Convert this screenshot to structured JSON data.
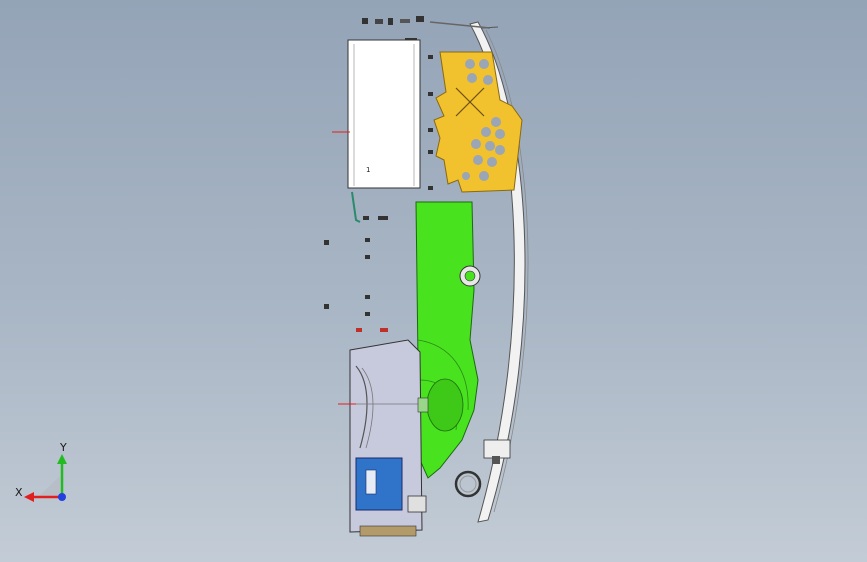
{
  "viewport": {
    "background_top": "#94a4b7",
    "background_bottom": "#c3ccd6"
  },
  "assembly": {
    "part_label": "1",
    "colors": {
      "yellow_plate": "#f2c12e",
      "green_housing": "#49e21e",
      "blue_panel": "#2f74c8",
      "white_panel": "#ffffff",
      "lower_body": "#c7c9dd",
      "arc_frame": "#f2f2f2"
    }
  },
  "triad": {
    "x_label": "X",
    "y_label": "Y",
    "x_color": "#e02020",
    "y_color": "#22bb22",
    "z_color": "#2040e0"
  }
}
